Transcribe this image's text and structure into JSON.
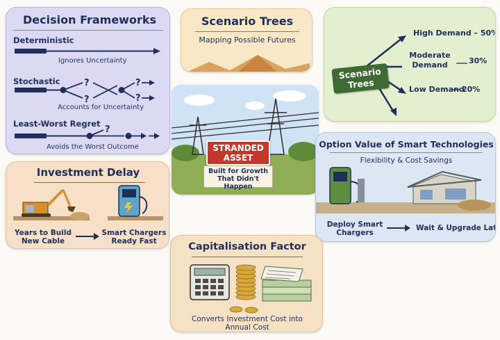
{
  "decision": {
    "title": "Decision Frameworks",
    "items": [
      {
        "label": "Deterministic",
        "caption": "Ignores Uncertainty"
      },
      {
        "label": "Stochastic",
        "caption": "Accounts for Uncertainty"
      },
      {
        "label": "Least-Worst Regret",
        "caption": "Avoids the Worst Outcome"
      }
    ],
    "question_mark": "?"
  },
  "scenario": {
    "title": "Scenario Trees",
    "subtitle": "Mapping Possible Futures",
    "tree_label": "Scenario Trees",
    "branches": [
      {
        "label": "High Demand",
        "value": "50%"
      },
      {
        "label": "Moderate Demand",
        "value": "30%"
      },
      {
        "label": "Low Demand",
        "value": "20%"
      }
    ]
  },
  "stranded": {
    "sign_title": "STRANDED ASSET",
    "line1": "Built for Growth",
    "line2": "That Didn't Happen"
  },
  "delay": {
    "title": "Investment Delay",
    "left_caption": "Years to Build New Cable",
    "right_caption": "Smart Chargers Ready Fast"
  },
  "option": {
    "title": "Option Value of Smart Technologies",
    "subtitle": "Flexibility & Cost Savings",
    "left_caption": "Deploy Smart Chargers",
    "right_caption": "Wait & Upgrade Later"
  },
  "capital": {
    "title": "Capitalisation Factor",
    "caption": "Converts Investment Cost into Annual Cost"
  },
  "colors": {
    "navy": "#1f2f5a",
    "green_sign": "#3e6b34",
    "stranded_red": "#c0392b",
    "decision_bg": "#dcdaf3",
    "scenario_bg": "#f8e8c6",
    "green_bg": "#e3efce",
    "delay_bg": "#f6e0c8",
    "option_bg": "#dde6f3",
    "capital_bg": "#f5e2c5"
  }
}
